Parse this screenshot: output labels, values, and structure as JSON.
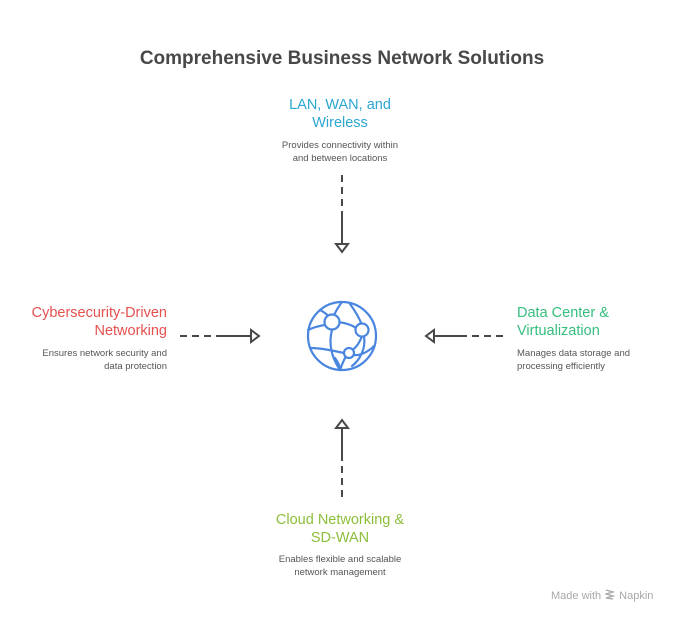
{
  "title": "Comprehensive Business Network Solutions",
  "center_icon": "globe-network-icon",
  "nodes": {
    "top": {
      "title_line1": "LAN, WAN, and",
      "title_line2": "Wireless",
      "desc_line1": "Provides connectivity within",
      "desc_line2": "and between locations",
      "color": "#2BA7D2"
    },
    "left": {
      "title_line1": "Cybersecurity-Driven",
      "title_line2": "Networking",
      "desc_line1": "Ensures network security and",
      "desc_line2": "data protection",
      "color": "#E5504F"
    },
    "right": {
      "title_line1": "Data Center &",
      "title_line2": "Virtualization",
      "desc_line1": "Manages data storage and",
      "desc_line2": "processing efficiently",
      "color": "#35BE7D"
    },
    "bottom": {
      "title_line1": "Cloud Networking &",
      "title_line2": "SD-WAN",
      "desc_line1": "Enables flexible and scalable",
      "desc_line2": "network management",
      "color": "#8CBE3A"
    }
  },
  "colors": {
    "icon": "#4A86E0",
    "arrow": "#484848",
    "title": "#484848"
  },
  "watermark": {
    "prefix": "Made with",
    "brand": "Napkin"
  }
}
